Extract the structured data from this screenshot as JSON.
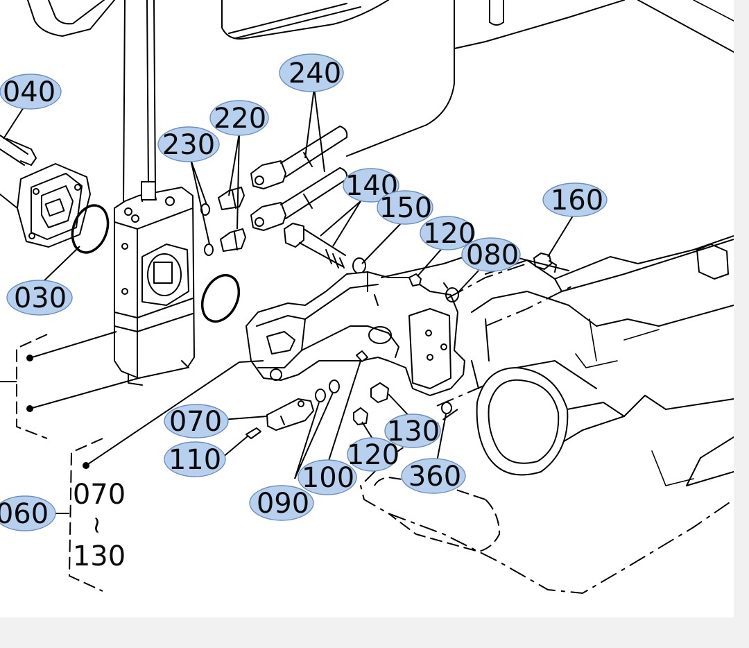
{
  "callouts": {
    "c240": "240",
    "c220": "220",
    "c230": "230",
    "c040": "040",
    "c140": "140",
    "c150": "150",
    "c160": "160",
    "c120a": "120",
    "c080": "080",
    "c030": "030",
    "c070": "070",
    "c110": "110",
    "c130": "130",
    "c120b": "120",
    "c360": "360",
    "c100": "100",
    "c090": "090",
    "c060": "060"
  },
  "group_range": {
    "from": "070",
    "tilde": "~",
    "to": "130"
  },
  "colors": {
    "callout_fill": "#b6d0ee",
    "callout_stroke": "#6b8fc4",
    "line": "#000000",
    "page": "#ffffff",
    "frame": "#f1f1f2"
  }
}
